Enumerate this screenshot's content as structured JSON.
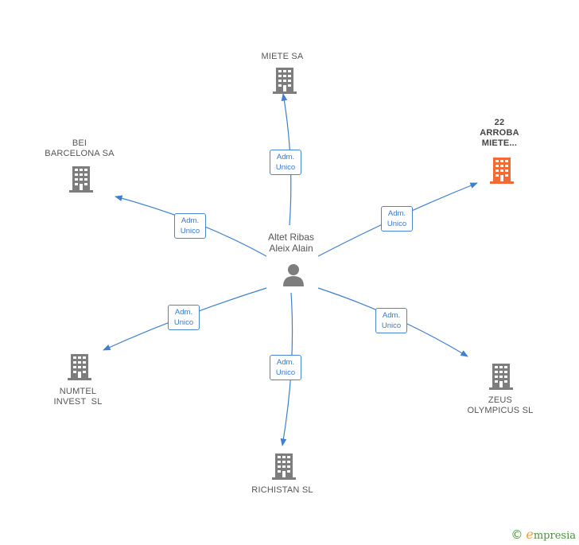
{
  "person": {
    "name_line1": "Altet Ribas",
    "name_line2": "Aleix Alain"
  },
  "edge_label": {
    "line1": "Adm.",
    "line2": "Unico"
  },
  "companies": {
    "miete": {
      "lines": [
        "MIETE SA"
      ]
    },
    "arroba": {
      "lines": [
        "22",
        "ARROBA",
        "MIETE..."
      ]
    },
    "bei": {
      "lines": [
        "BEI",
        "BARCELONA SA"
      ]
    },
    "numtel": {
      "lines": [
        "NUMTEL",
        "INVEST  SL"
      ]
    },
    "richistan": {
      "lines": [
        "RICHISTAN SL"
      ]
    },
    "zeus": {
      "lines": [
        "ZEUS",
        "OLYMPICUS SL"
      ]
    }
  },
  "colors": {
    "edge": "#3d7fd0",
    "building": "#7d7d7d",
    "highlight": "#f26a35",
    "person": "#7d7d7d"
  },
  "icons": {
    "company": "building-icon",
    "person": "person-icon"
  },
  "footer": {
    "symbol": "©",
    "brand_initial": "e",
    "brand_rest": "mpresia"
  }
}
